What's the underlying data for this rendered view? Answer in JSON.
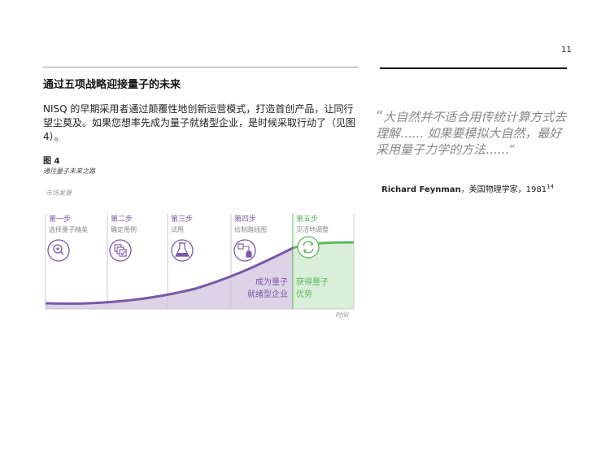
{
  "page_number": "11",
  "section_title": "通过五项战略迎接量子的未来",
  "body_text": "NISQ 的早期采用者通过颠覆性地创新运营模式，打造首创产品，让同行望尘莫及。如果您想率先成为量子就绪型企业，是时候采取行动了（见图 4）。",
  "figure": {
    "label": "图 4",
    "subtitle": "通往量子未来之路",
    "y_axis_label": "市场发展",
    "x_axis_label": "时间",
    "steps": [
      {
        "title": "第一步",
        "desc": "选择量子精英",
        "icon": "search-icon"
      },
      {
        "title": "第二步",
        "desc": "确定用例",
        "icon": "checklist-icon"
      },
      {
        "title": "第三步",
        "desc": "试用",
        "icon": "flask-icon"
      },
      {
        "title": "第四步",
        "desc": "绘制路线图",
        "icon": "roadmap-icon"
      },
      {
        "title": "第五步",
        "desc": "灵活地调整",
        "icon": "refresh-icon"
      }
    ],
    "phase_labels": {
      "ready_line1": "成为量子",
      "ready_line2": "就绪型企业",
      "advantage_line1": "获得量子",
      "advantage_line2": "优势"
    },
    "colors": {
      "purple": "#7b58a6",
      "purple_fill": "#dcd3e7",
      "green": "#5cb85c",
      "green_fill": "#d9efd9",
      "divider": "#c9c9c9"
    }
  },
  "quote": {
    "open": "“",
    "text": "大自然并不适合用传统计算方式去理解...... 如果要模拟大自然，最好采用量子力学的方法......",
    "close": "”"
  },
  "attribution": {
    "name": "Richard Feynman",
    "role": "，美国物理学家，1981",
    "ref": "14"
  }
}
